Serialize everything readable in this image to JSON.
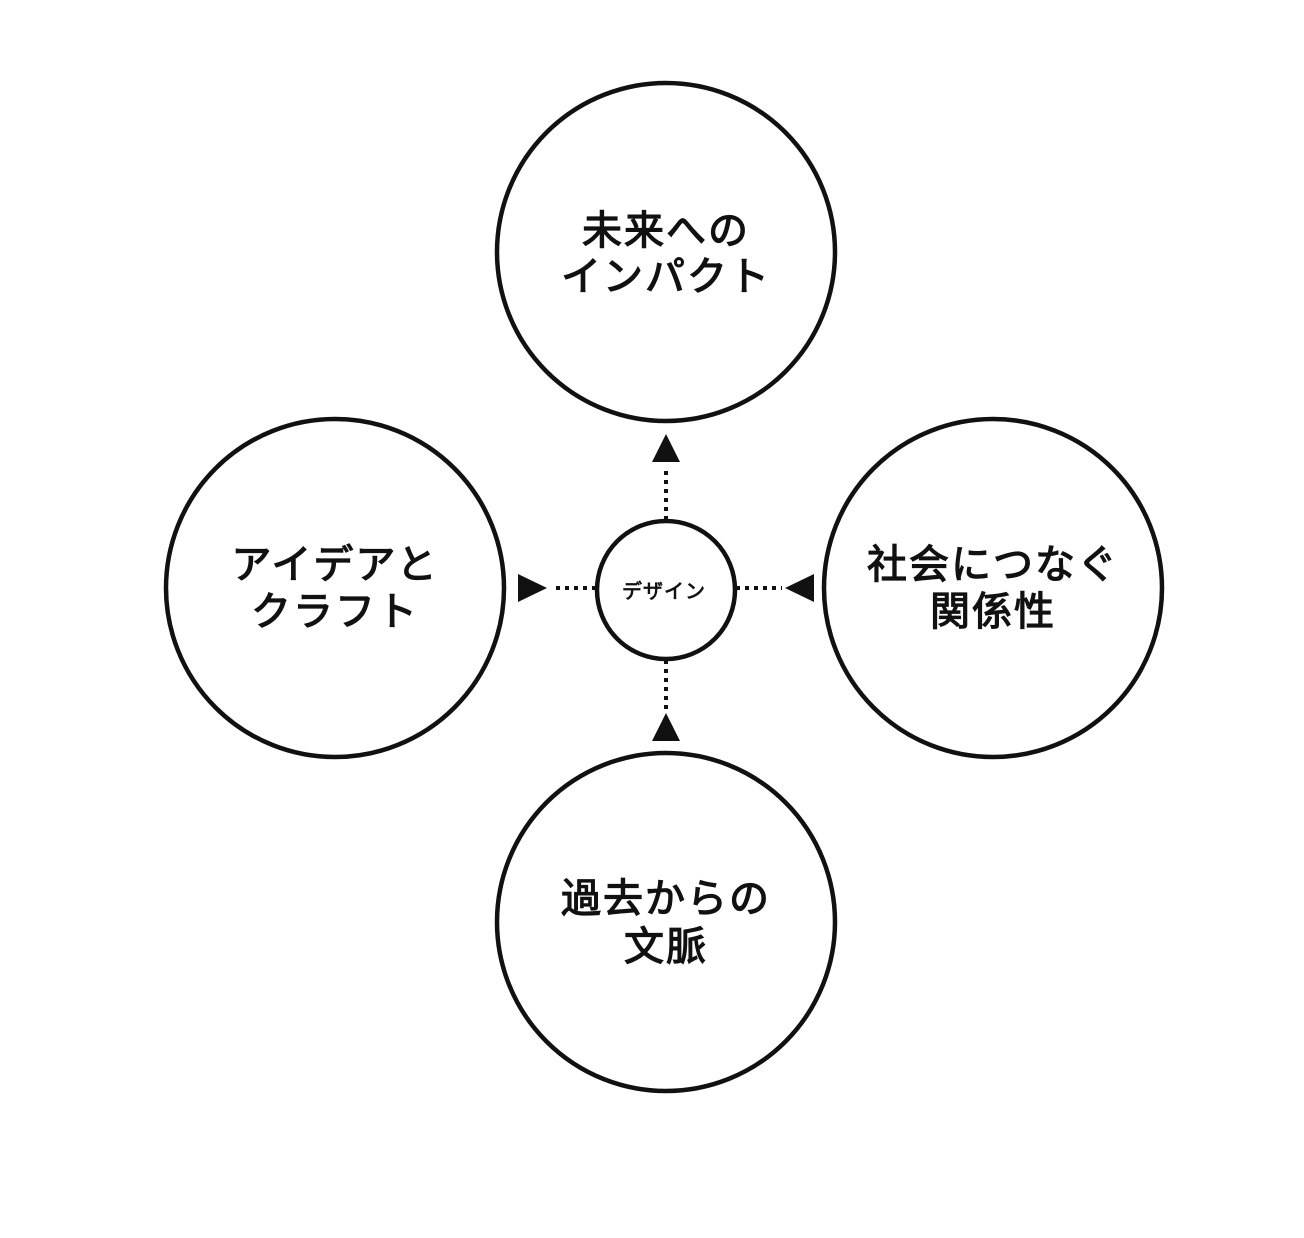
{
  "center": {
    "label": "デザイン"
  },
  "nodes": {
    "top": {
      "line1": "未来への",
      "line2": "インパクト"
    },
    "left": {
      "line1": "アイデアと",
      "line2": "クラフト"
    },
    "right": {
      "line1": "社会につなぐ",
      "line2": "関係性"
    },
    "bottom": {
      "line1": "過去からの",
      "line2": "文脈"
    }
  }
}
